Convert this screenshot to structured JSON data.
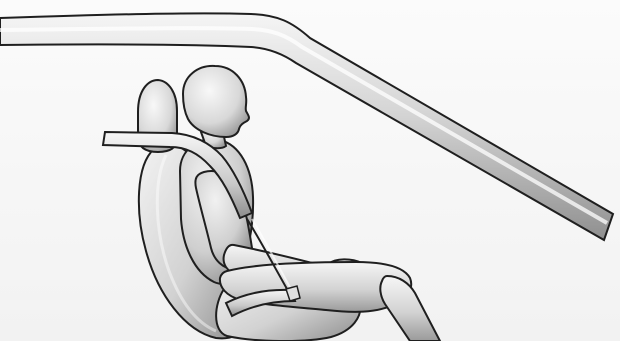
{
  "illustration": {
    "colors": {
      "background": "#f4f4f4",
      "shading_light": "#f7f7f7",
      "shading_mid": "#d9d9d9",
      "shading_dark": "#9a9a9a",
      "outline": "#1f1f1f"
    },
    "elements": [
      "windshield-pillar",
      "seat-headrest",
      "seat-backrest",
      "seat-cushion",
      "occupant",
      "shoulder-belt",
      "lap-belt"
    ]
  }
}
